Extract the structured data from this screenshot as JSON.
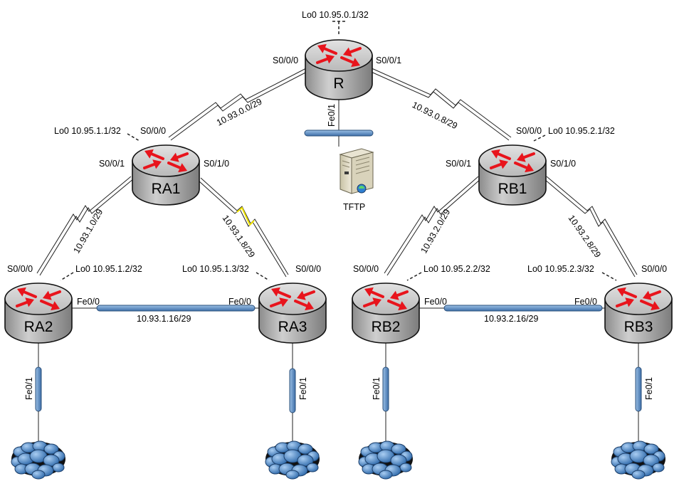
{
  "routers": {
    "r": {
      "name": "R"
    },
    "ra1": {
      "name": "RA1"
    },
    "ra2": {
      "name": "RA2"
    },
    "ra3": {
      "name": "RA3"
    },
    "rb1": {
      "name": "RB1"
    },
    "rb2": {
      "name": "RB2"
    },
    "rb3": {
      "name": "RB3"
    }
  },
  "loopbacks": {
    "r": "Lo0 10.95.0.1/32",
    "ra1": "Lo0 10.95.1.1/32",
    "ra2": "Lo0 10.95.1.2/32",
    "ra3": "Lo0 10.95.1.3/32",
    "rb1": "Lo0 10.95.2.1/32",
    "rb2": "Lo0 10.95.2.2/32",
    "rb3": "Lo0 10.95.2.3/32"
  },
  "interfaces": {
    "r_s000": "S0/0/0",
    "r_s001": "S0/0/1",
    "r_fe01": "Fe0/1",
    "ra1_s000": "S0/0/0",
    "ra1_s001": "S0/0/1",
    "ra1_s010": "S0/1/0",
    "rb1_s000": "S0/0/0",
    "rb1_s001": "S0/0/1",
    "rb1_s010": "S0/1/0",
    "ra2_s000": "S0/0/0",
    "ra2_fe00": "Fe0/0",
    "ra2_fe01": "Fe0/1",
    "ra3_s000": "S0/0/0",
    "ra3_fe00": "Fe0/0",
    "ra3_fe01": "Fe0/1",
    "rb2_s000": "S0/0/0",
    "rb2_fe00": "Fe0/0",
    "rb2_fe01": "Fe0/1",
    "rb3_s000": "S0/0/0",
    "rb3_fe00": "Fe0/0",
    "rb3_fe01": "Fe0/1"
  },
  "links": {
    "r_ra1": "10.93.0.0/29",
    "r_rb1": "10.93.0.8/29",
    "ra1_ra2": "10.93.1.0/29",
    "ra1_ra3": "10.93.1.8/29",
    "rb1_rb2": "10.93.2.0/29",
    "rb1_rb3": "10.93.2.8/29",
    "ra2_ra3": "10.93.1.16/29",
    "rb2_rb3": "10.93.2.16/29"
  },
  "server": {
    "name": "TFTP"
  },
  "colors": {
    "router_top": "#c8c8c8",
    "router_side": "#9a9a9a",
    "arrow_red": "#e8141c",
    "ethernet_blue": "#5b8cc0",
    "cloud_blue": "#4a84c4",
    "serial_highlight": "#f2e600"
  }
}
